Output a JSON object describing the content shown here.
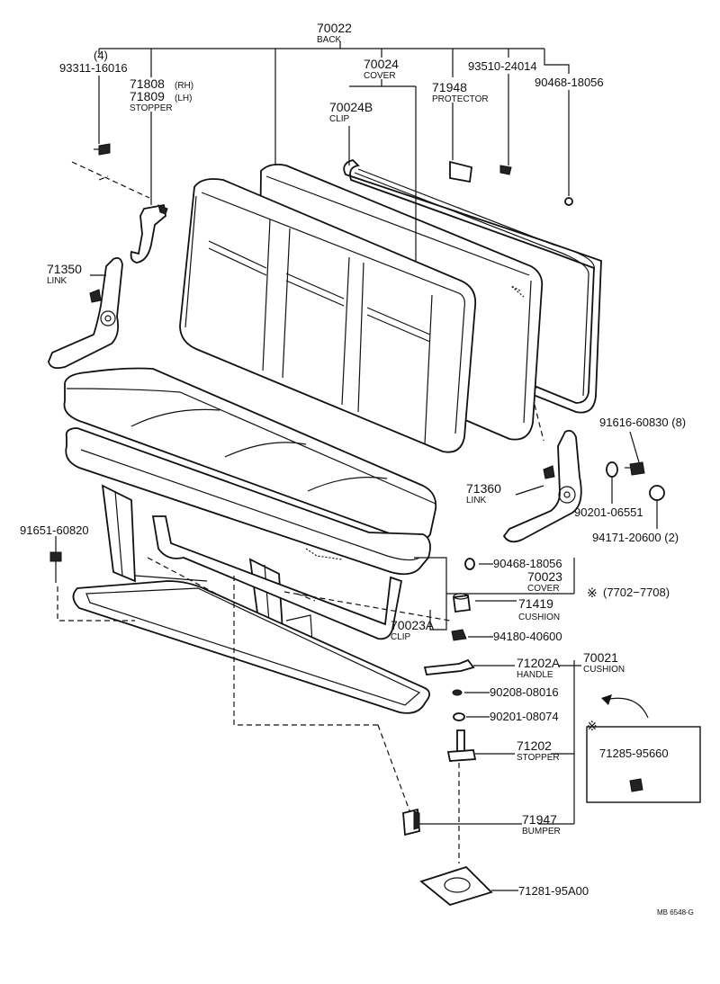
{
  "labels": {
    "back_no": "70022",
    "back_name": "BACK",
    "qty4": "(4)",
    "bolt_93311": "93311-16016",
    "stopper_rh_no": "71808",
    "stopper_rh_side": "(RH)",
    "stopper_lh_no": "71809",
    "stopper_lh_side": "(LH)",
    "stopper_name": "STOPPER",
    "cover_back_no": "70024",
    "cover_back_name": "COVER",
    "clip_back_no": "70024B",
    "clip_back_name": "CLIP",
    "protector_no": "71948",
    "protector_name": "PROTECTOR",
    "screw_93510": "93510-24014",
    "nut_90468_top": "90468-18056",
    "link_left_no": "71350",
    "link_left_name": "LINK",
    "bolt_91616": "91616-60830 (8)",
    "link_right_no": "71360",
    "link_right_name": "LINK",
    "washer_90201_06551": "90201-06551",
    "cap_94171": "94171-20600 (2)",
    "bolt_91651": "91651-60820",
    "nut_90468_cushion": "90468-18056",
    "cover_cushion_no": "70023",
    "cover_cushion_name": "COVER",
    "range_note": "(7702−7708)",
    "cushion_71419_no": "71419",
    "cushion_71419_name": "CUSHION",
    "clip_cushion_no": "70023A",
    "clip_cushion_name": "CLIP",
    "nut_94180": "94180-40600",
    "cushion_assy_no": "70021",
    "cushion_assy_name": "CUSHION",
    "handle_no": "71202A",
    "handle_name": "HANDLE",
    "washer_90208": "90208-08016",
    "washer_90201_08074": "90201-08074",
    "stopper_bottom_no": "71202",
    "stopper_bottom_name": "STOPPER",
    "inset_part_no": "71285-95660",
    "bumper_no": "71947",
    "bumper_name": "BUMPER",
    "plate_no": "71281-95A00",
    "drawing_code": "MB 6548-G"
  },
  "icons": {
    "note_mark": "asterisk-icon"
  }
}
